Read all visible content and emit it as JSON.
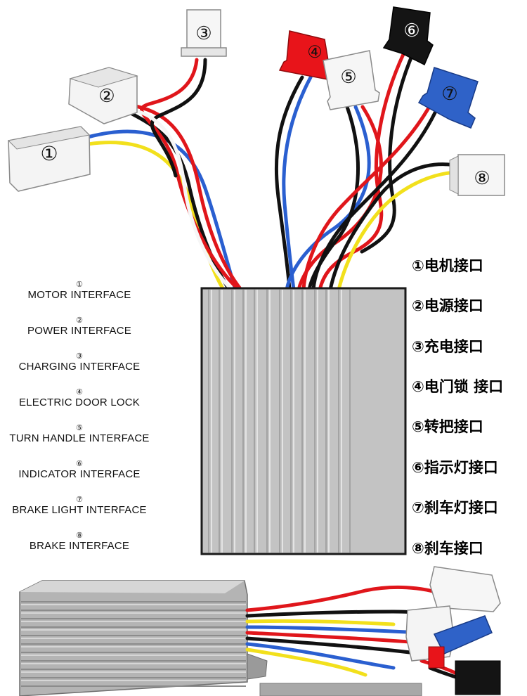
{
  "connectors": [
    {
      "num": "①",
      "colors": [
        "#2a5fd0",
        "#f2e01c"
      ]
    },
    {
      "num": "②",
      "colors": [
        "#e0161b",
        "#111111"
      ]
    },
    {
      "num": "③",
      "colors": [
        "#e0161b",
        "#111111"
      ]
    },
    {
      "num": "④",
      "colors": [
        "#111111",
        "#2a5fd0"
      ]
    },
    {
      "num": "⑤",
      "colors": [
        "#2a5fd0",
        "#e0161b",
        "#111111"
      ]
    },
    {
      "num": "⑥",
      "colors": [
        "#e0161b"
      ]
    },
    {
      "num": "⑦",
      "colors": [
        "#e0161b",
        "#111111"
      ]
    },
    {
      "num": "⑧",
      "colors": [
        "#111111",
        "#f2e01c"
      ]
    }
  ],
  "en_labels": [
    {
      "num": "①",
      "text": "MOTOR INTERFACE"
    },
    {
      "num": "②",
      "text": "POWER INTERFACE"
    },
    {
      "num": "③",
      "text": "CHARGING INTERFACE"
    },
    {
      "num": "④",
      "text": "ELECTRIC DOOR LOCK"
    },
    {
      "num": "⑤",
      "text": "TURN HANDLE INTERFACE"
    },
    {
      "num": "⑥",
      "text": "INDICATOR INTERFACE"
    },
    {
      "num": "⑦",
      "text": "BRAKE LIGHT INTERFACE"
    },
    {
      "num": "⑧",
      "text": "BRAKE INTERFACE"
    }
  ],
  "cn_labels": [
    "①电机接口",
    "②电源接口",
    "③充电接口",
    "④电门锁 接口",
    "⑤转把接口",
    "⑥指示灯接口",
    "⑦刹车灯接口",
    "⑧刹车接口"
  ],
  "colors": {
    "red": "#e0161b",
    "black": "#111111",
    "blue": "#2a5fd0",
    "yellow": "#f2e01c",
    "white": "#f6f6f6",
    "connector_red": "#e8141a",
    "connector_blue": "#2f62c8",
    "connector_black": "#141414",
    "controller": "#c3c3c3"
  }
}
